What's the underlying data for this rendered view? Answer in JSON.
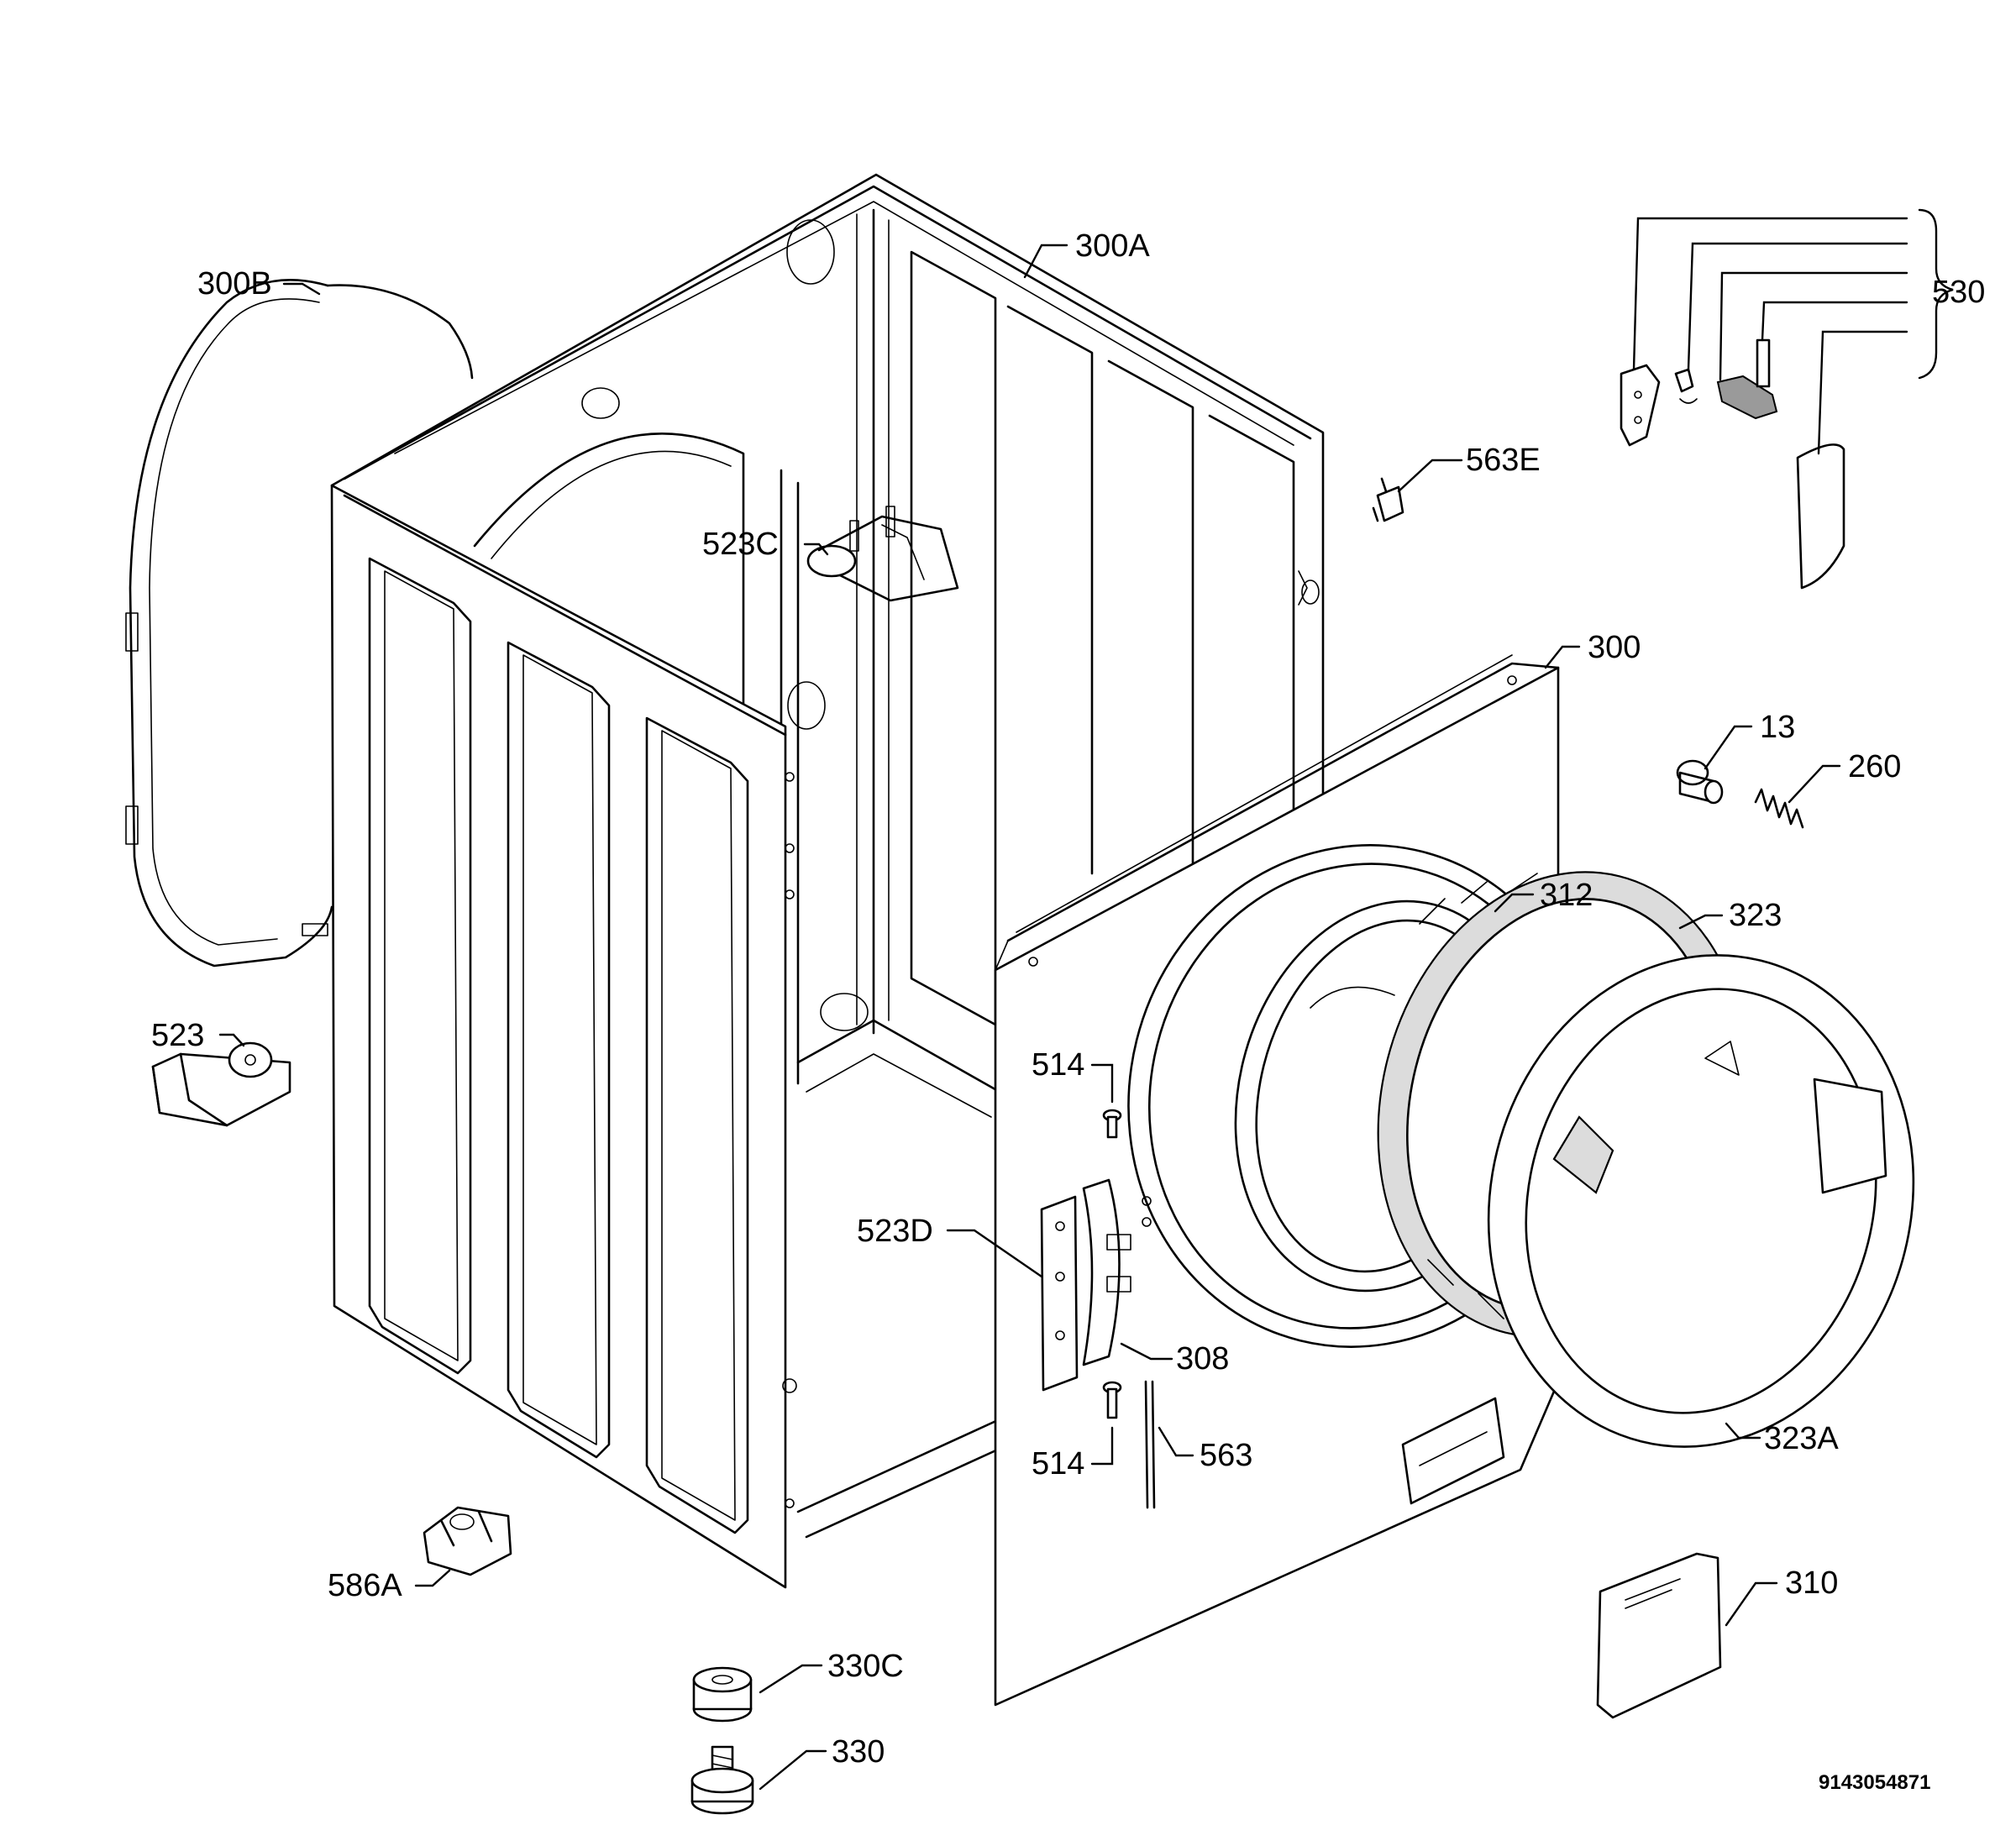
{
  "labels": {
    "l300A": "300A",
    "l300B": "300B",
    "l530": "530",
    "l563E": "563E",
    "l523C": "523C",
    "l300": "300",
    "l13": "13",
    "l260": "260",
    "l312": "312",
    "l323": "323",
    "l523": "523",
    "l514a": "514",
    "l523D": "523D",
    "l308": "308",
    "l514b": "514",
    "l563": "563",
    "l323A": "323A",
    "l310": "310",
    "l586A": "586A",
    "l330C": "330C",
    "l330": "330"
  },
  "document_code": "9143054871"
}
